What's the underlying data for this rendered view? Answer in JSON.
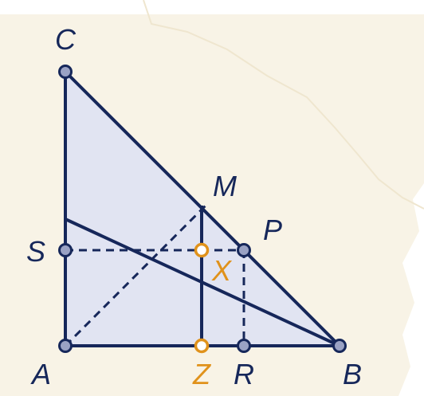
{
  "colors": {
    "paper": "#f8f3e6",
    "triangle_fill": "#e1e4f2",
    "line": "#16275a",
    "vertex_fill": "#9aa2c4",
    "highlight": "#e0921b",
    "hole_fill": "#ffffff"
  },
  "labels": {
    "C": "C",
    "A": "A",
    "B": "B",
    "M": "M",
    "P": "P",
    "S": "S",
    "X": "X",
    "Z": "Z",
    "R": "R"
  }
}
